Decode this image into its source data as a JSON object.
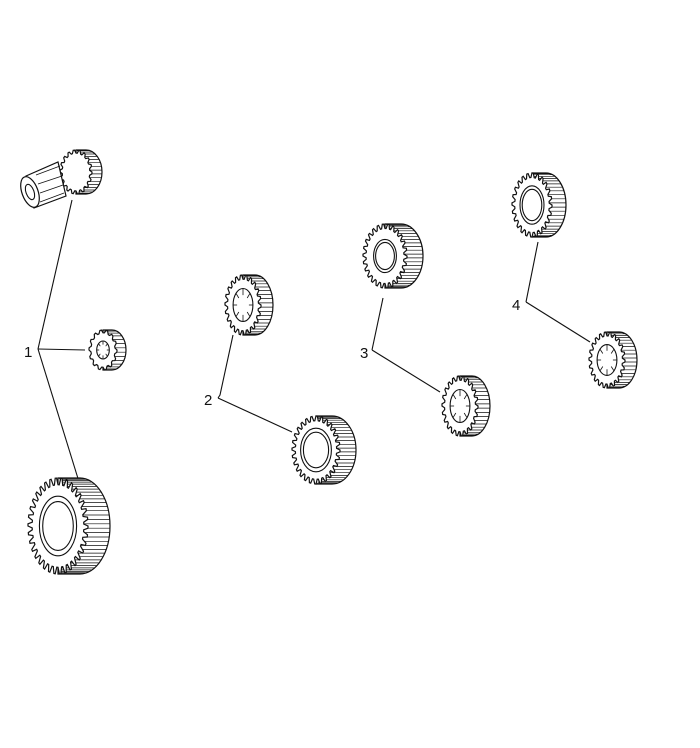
{
  "callouts": [
    {
      "label": "1"
    },
    {
      "label": "2"
    },
    {
      "label": "3"
    },
    {
      "label": "4"
    }
  ],
  "parts": [
    {
      "name": "input-shaft-pinion",
      "group": "1"
    },
    {
      "name": "small-spur-gear",
      "group": "1"
    },
    {
      "name": "large-ring-gear",
      "group": "1"
    },
    {
      "name": "splined-gear-2a",
      "group": "2"
    },
    {
      "name": "synchro-gear-2b",
      "group": "2"
    },
    {
      "name": "synchro-gear-3a",
      "group": "3"
    },
    {
      "name": "splined-gear-3b",
      "group": "3"
    },
    {
      "name": "synchro-gear-4a",
      "group": "4"
    },
    {
      "name": "splined-gear-4b",
      "group": "4"
    }
  ]
}
